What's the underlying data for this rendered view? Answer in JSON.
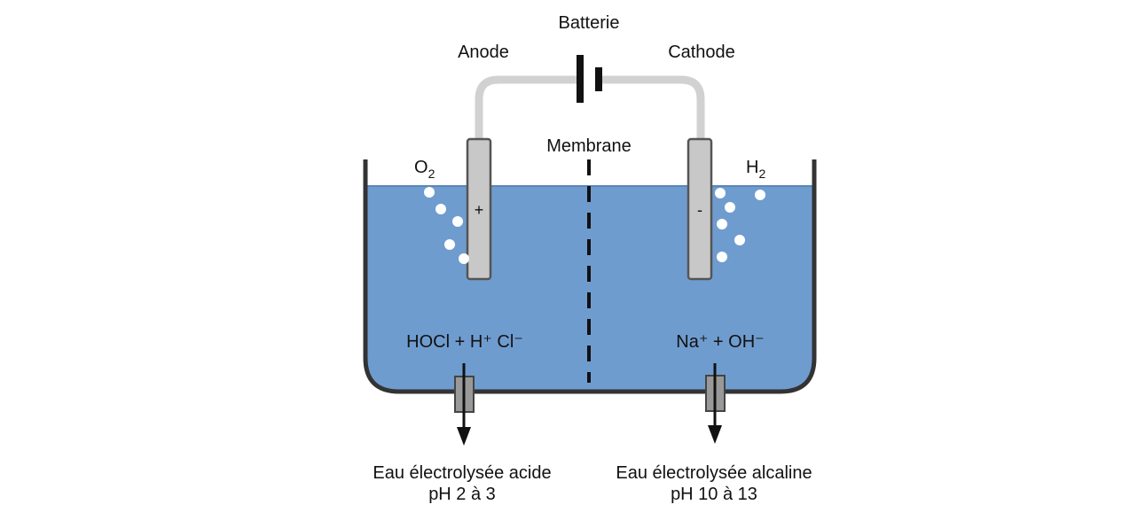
{
  "labels": {
    "battery": "Batterie",
    "anode": "Anode",
    "cathode": "Cathode",
    "membrane": "Membrane",
    "o2_base": "O",
    "o2_sub": "2",
    "h2_base": "H",
    "h2_sub": "2",
    "plus": "+",
    "minus": "-",
    "anode_solution": "HOCl + H⁺ Cl⁻",
    "cathode_solution": "Na⁺ + OH⁻",
    "acid_output_line1": "Eau électrolysée acide",
    "acid_output_line2": "pH 2 à 3",
    "alkaline_output_line1": "Eau électrolysée alcaline",
    "alkaline_output_line2": "pH 10 à 13"
  },
  "colors": {
    "water": "#6f9ccf",
    "tank": "#333333",
    "wire": "#d1d1d1",
    "electrode": "#c8c8c8",
    "electrode_border": "#555555",
    "valve": "#999999",
    "bubble": "#ffffff"
  }
}
